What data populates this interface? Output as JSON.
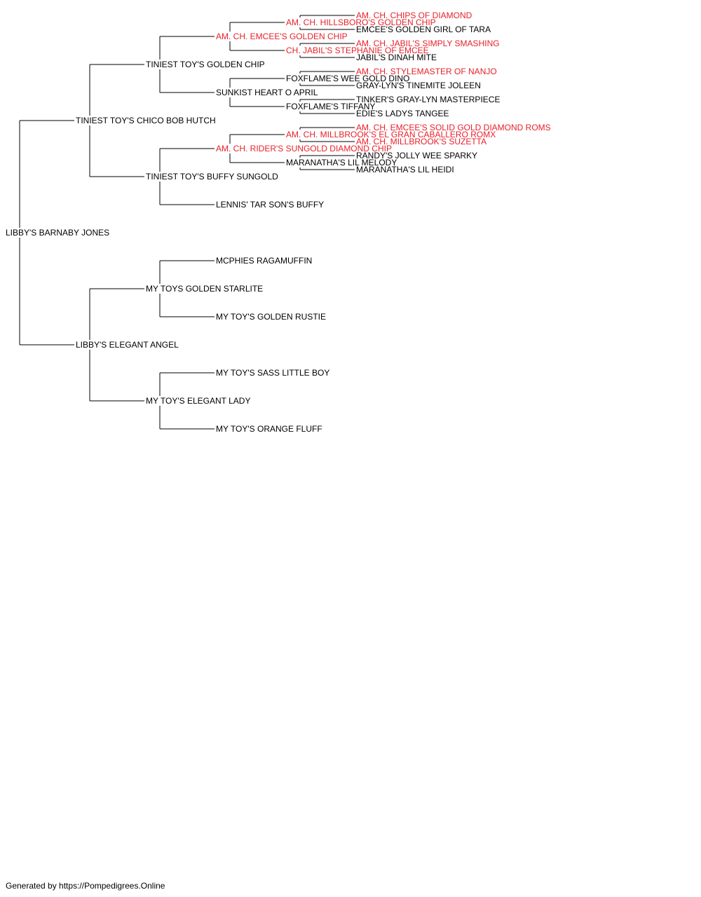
{
  "colors": {
    "champion": "#e8202a",
    "normal": "#000000",
    "line": "#000000"
  },
  "root": {
    "name": "LIBBY'S BARNABY JONES",
    "champion": false,
    "sire": {
      "name": "TINIEST TOY'S CHICO BOB HUTCH",
      "champion": false,
      "sire": {
        "name": "TINIEST TOY'S GOLDEN CHIP",
        "champion": false,
        "sire": {
          "name": "AM. CH. EMCEE'S GOLDEN CHIP",
          "champion": true,
          "sire": {
            "name": "AM. CH. HILLSBORO'S GOLDEN CHIP",
            "champion": true,
            "sire": {
              "name": "AM. CH. CHIPS OF DIAMOND",
              "champion": true
            },
            "dam": {
              "name": "EMCEE'S GOLDEN GIRL OF TARA",
              "champion": false
            }
          },
          "dam": {
            "name": "CH. JABIL'S STEPHANIE OF EMCEE",
            "champion": true,
            "sire": {
              "name": "AM. CH. JABIL'S SIMPLY SMASHING",
              "champion": true
            },
            "dam": {
              "name": "JABIL'S DINAH MITE",
              "champion": false
            }
          }
        },
        "dam": {
          "name": "SUNKIST HEART O APRIL",
          "champion": false,
          "sire": {
            "name": "FOXFLAME'S WEE GOLD DINO",
            "champion": false,
            "sire": {
              "name": "AM. CH. STYLEMASTER OF NANJO",
              "champion": true
            },
            "dam": {
              "name": "GRAY-LYN'S TINEMITE JOLEEN",
              "champion": false
            }
          },
          "dam": {
            "name": "FOXFLAME'S TIFFANY",
            "champion": false,
            "sire": {
              "name": "TINKER'S GRAY-LYN MASTERPIECE",
              "champion": false
            },
            "dam": {
              "name": "EDIE'S LADYS TANGEE",
              "champion": false
            }
          }
        }
      },
      "dam": {
        "name": "TINIEST TOY'S BUFFY SUNGOLD",
        "champion": false,
        "sire": {
          "name": "AM. CH. RIDER'S SUNGOLD DIAMOND CHIP",
          "champion": true,
          "sire": {
            "name": "AM. CH. MILLBROOK'S EL GRAN CABALLERO ROMX",
            "champion": true,
            "sire": {
              "name": "AM. CH. EMCEE'S SOLID GOLD DIAMOND ROMS",
              "champion": true
            },
            "dam": {
              "name": "AM. CH. MILLBROOK'S SUZETTA",
              "champion": true
            }
          },
          "dam": {
            "name": "MARANATHA'S LIL MELODY",
            "champion": false,
            "sire": {
              "name": "RANDY'S JOLLY WEE SPARKY",
              "champion": false
            },
            "dam": {
              "name": "MARANATHA'S LIL HEIDI",
              "champion": false
            }
          }
        },
        "dam": {
          "name": "LENNIS' TAR SON'S BUFFY",
          "champion": false
        }
      }
    },
    "dam": {
      "name": "LIBBY'S ELEGANT ANGEL",
      "champion": false,
      "sire": {
        "name": "MY TOYS GOLDEN STARLITE",
        "champion": false,
        "sire": {
          "name": "MCPHIES RAGAMUFFIN",
          "champion": false
        },
        "dam": {
          "name": "MY TOY'S GOLDEN RUSTIE",
          "champion": false
        }
      },
      "dam": {
        "name": "MY TOY'S ELEGANT LADY",
        "champion": false,
        "sire": {
          "name": "MY TOY'S SASS LITTLE BOY",
          "champion": false
        },
        "dam": {
          "name": "MY TOY'S ORANGE FLUFF",
          "champion": false
        }
      }
    }
  },
  "footer": "Generated by https://Pompedigrees.Online"
}
